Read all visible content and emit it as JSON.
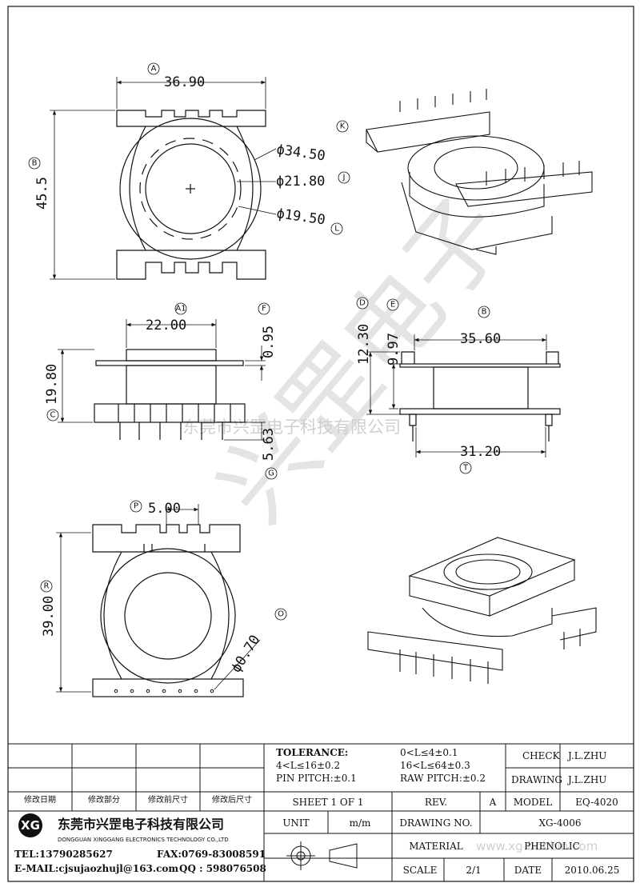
{
  "drawing": {
    "dims": {
      "top_width": "36.90",
      "top_height": "45.5",
      "d_k": "ϕ34.50",
      "d_j": "ϕ21.80",
      "d_l": "ϕ19.50",
      "front_width": "22.00",
      "front_height": "19.80",
      "flange_thk": "0.95",
      "pin_len": "5.63",
      "side_h1": "12.30",
      "side_h2": "9.97",
      "side_width": "35.60",
      "side_base": "31.20",
      "pitch": "5.00",
      "bottom_height": "39.00",
      "pin_dia": "ϕ0.70"
    },
    "callouts": {
      "A": "A",
      "B": "B",
      "K": "K",
      "J": "J",
      "L": "L",
      "A1": "A1",
      "F": "F",
      "C": "C",
      "G": "G",
      "D": "D",
      "E": "E",
      "B1": "B",
      "T": "T",
      "P": "P",
      "R": "R",
      "O": "O"
    },
    "watermark": {
      "company": "东莞市兴罡电子科技有限公司",
      "brand": "兴罡电子",
      "url": "www.xg-bobbin.com"
    }
  },
  "title_block": {
    "revision_headers": [
      "修改日期",
      "修改部分",
      "修改前尺寸",
      "修改后尺寸"
    ],
    "tolerance_label": "TOLERANCE:",
    "tol1": "0<L≤4±0.1",
    "tol2": "4<L≤16±0.2",
    "tol3": "16<L≤64±0.3",
    "pin_pitch": "PIN PITCH:±0.1",
    "raw_pitch": "RAW PITCH:±0.2",
    "check_label": "CHECK",
    "check_value": "J.L.ZHU",
    "drawing_label": "DRAWING",
    "drawing_value": "J.L.ZHU",
    "sheet": "SHEET 1 OF 1",
    "rev_label": "REV.",
    "rev_value": "A",
    "model_label": "MODEL",
    "model_value": "EQ-4020",
    "company_cn": "东莞市兴罡电子科技有限公司",
    "company_en": "DONGGUAN XINGGANG ELECTRONICS TECHNOLOGY CO.,LTD",
    "logo": "XG",
    "tel": "TEL:13790285627",
    "fax": "FAX:0769-83008591",
    "email": "E-MAIL:cjsujaozhujl@163.com",
    "qq": "QQ : 598076508",
    "unit_label": "UNIT",
    "unit_value": "m/m",
    "drawing_no_label": "DRAWING NO.",
    "drawing_no_value": "XG-4006",
    "material_label": "MATERIAL",
    "material_value": "PHENOLIC",
    "scale_label": "SCALE",
    "scale_value": "2/1",
    "date_label": "DATE",
    "date_value": "2010.06.25"
  }
}
